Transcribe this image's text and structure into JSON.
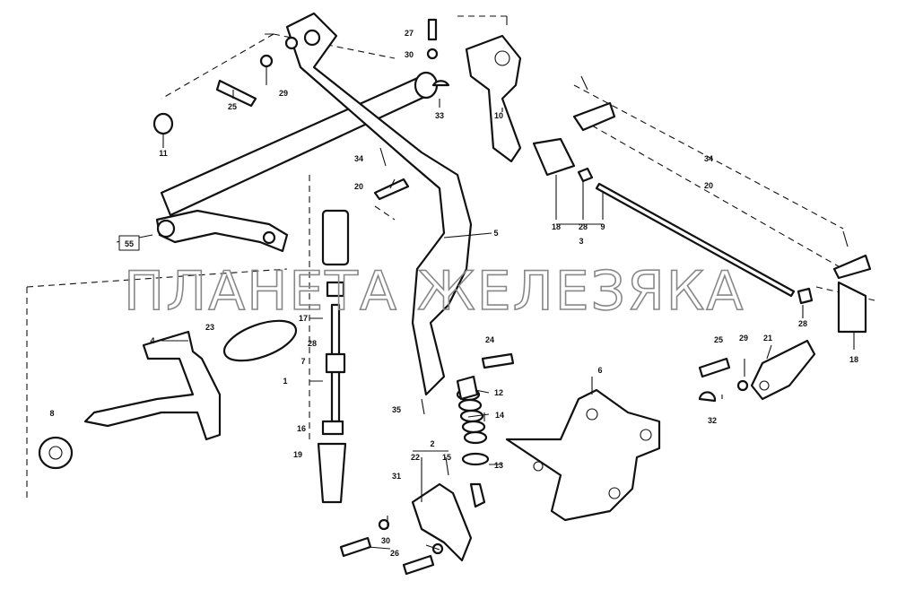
{
  "title": "Pedal linkage assembly parts diagram",
  "watermark": "ПЛАНЕТА ЖЕЛЕЗЯКА",
  "callouts": {
    "c27": "27",
    "c30a": "30",
    "c29a": "29",
    "c25a": "25",
    "c11": "11",
    "c33": "33",
    "c10": "10",
    "c34a": "34",
    "c20a": "20",
    "c55": "55",
    "c5": "5",
    "c18a": "18",
    "c28a": "28",
    "c9": "9",
    "c3": "3",
    "c34b": "34",
    "c20b": "20",
    "c17": "17",
    "c28b": "28",
    "c23": "23",
    "c4": "4",
    "c7": "7",
    "c1": "1",
    "c24": "24",
    "c12": "12",
    "c35": "35",
    "c14": "14",
    "c16": "16",
    "c19": "19",
    "c8": "8",
    "c2": "2",
    "c22": "22",
    "c15": "15",
    "c13": "13",
    "c31": "31",
    "c30b": "30",
    "c26a": "26",
    "c6": "6",
    "c25b": "25",
    "c29b": "29",
    "c21": "21",
    "c32": "32",
    "c28c": "28",
    "c18b": "18"
  }
}
